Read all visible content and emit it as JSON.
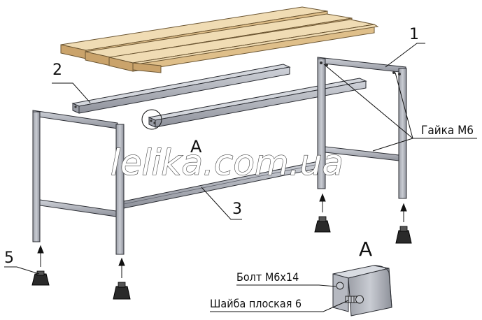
{
  "watermark": "lelika.com.ua",
  "callouts": {
    "part1": "1",
    "part2": "2",
    "part3": "3",
    "part5": "5",
    "nut": "Гайка М6",
    "detail_ref": "А",
    "detail_title": "А",
    "bolt": "Болт М6х14",
    "washer": "Шайба плоская 6"
  },
  "colors": {
    "frame_fill": "#b9bcc4",
    "frame_dark": "#8d9099",
    "frame_edge": "#2b2d33",
    "wood": "#e2c28e",
    "wood_dark": "#c49e63",
    "foot": "#2a2a2a",
    "leader": "#111111"
  }
}
